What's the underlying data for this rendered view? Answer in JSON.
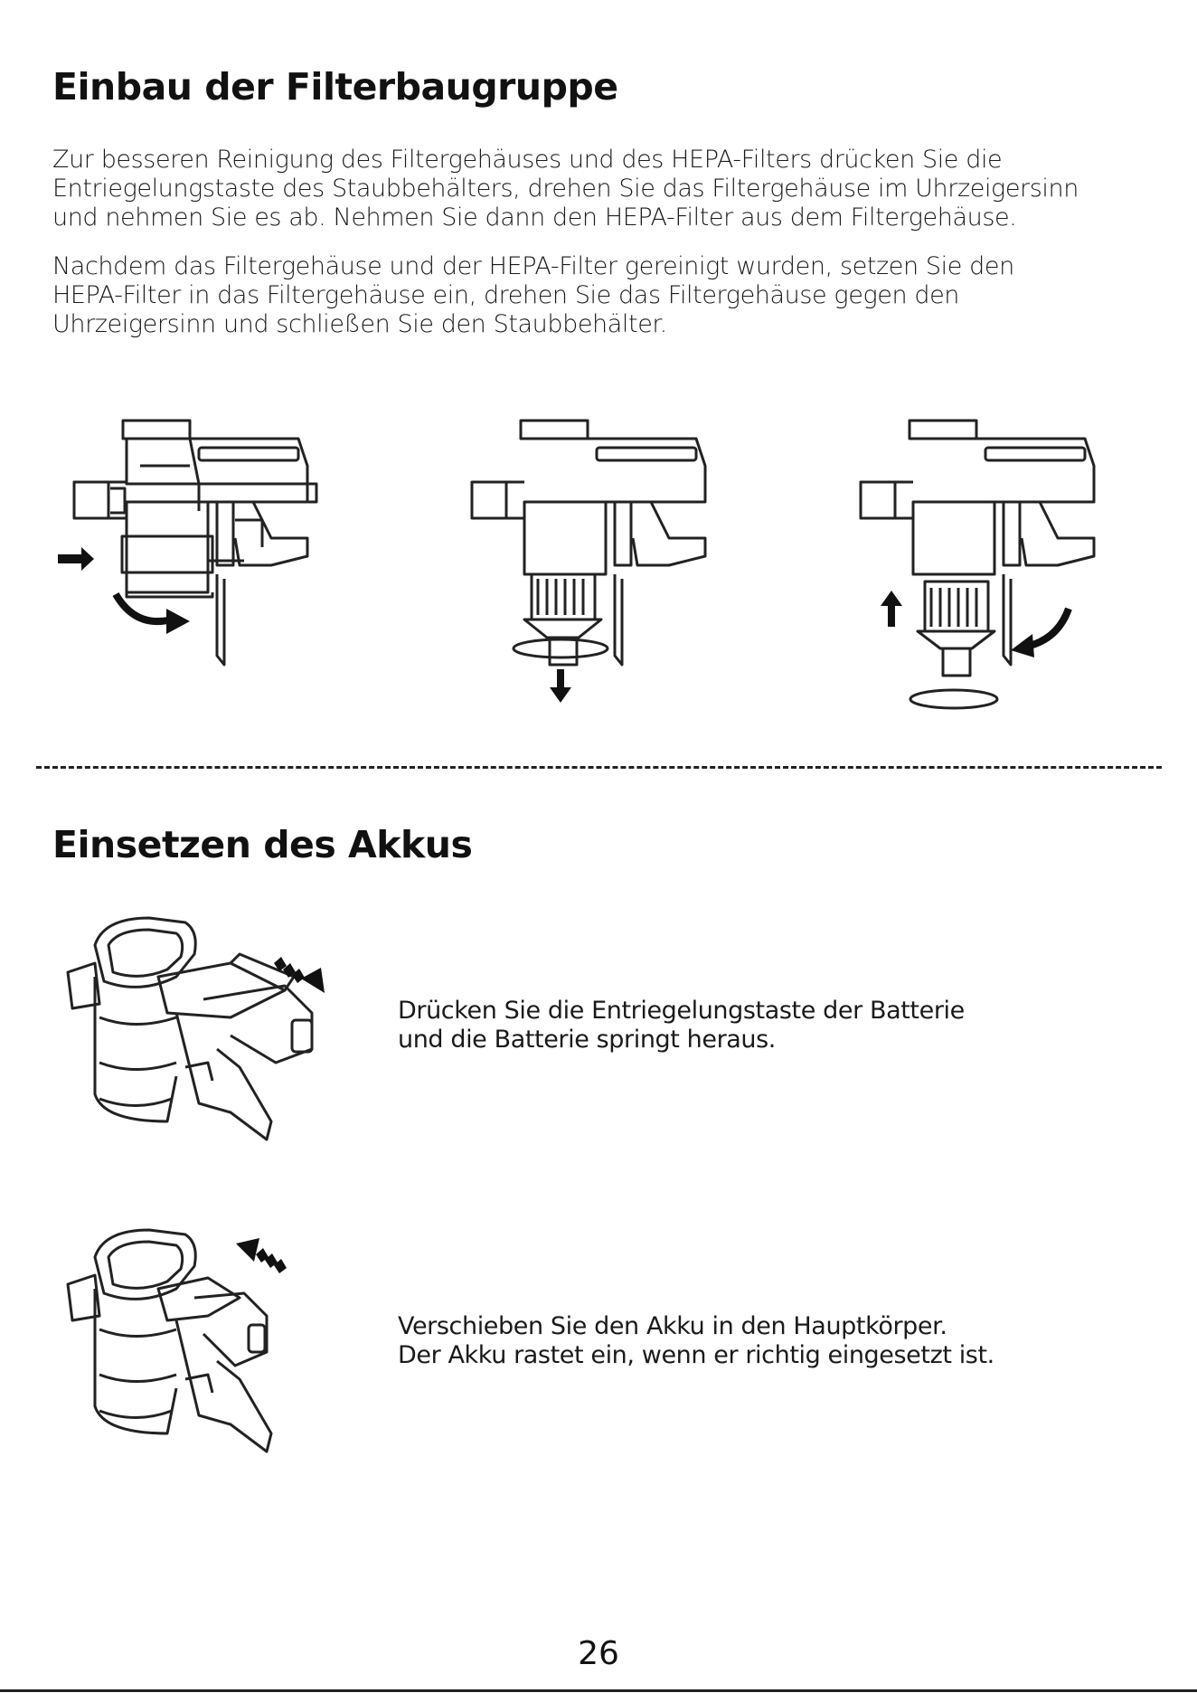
{
  "section1": {
    "title": "Einbau der Filterbaugruppe",
    "paragraph1": [
      "Zur besseren Reinigung des Filtergehäuses und des HEPA-Filters drücken Sie die",
      "Entriegelungstaste des Staubbehälters, drehen Sie das Filtergehäuse im Uhrzeigersinn",
      "und nehmen Sie es ab. Nehmen Sie dann den HEPA-Filter aus dem Filtergehäuse."
    ],
    "paragraph2": [
      "Nachdem das Filtergehäuse und der HEPA-Filter gereinigt wurden, setzen Sie den",
      "HEPA-Filter in das Filtergehäuse ein, drehen Sie das Filtergehäuse gegen den",
      "Uhrzeigersinn und schließen Sie den Staubbehälter."
    ]
  },
  "section2": {
    "title": "Einsetzen des Akkus",
    "step1": [
      "Drücken Sie die Entriegelungstaste der Batterie",
      "und die Batterie springt heraus."
    ],
    "step2": [
      "Verschieben Sie den Akku in den Hauptkörper.",
      "Der Akku rastet ein, wenn er richtig eingesetzt ist."
    ]
  },
  "page_number": "26"
}
